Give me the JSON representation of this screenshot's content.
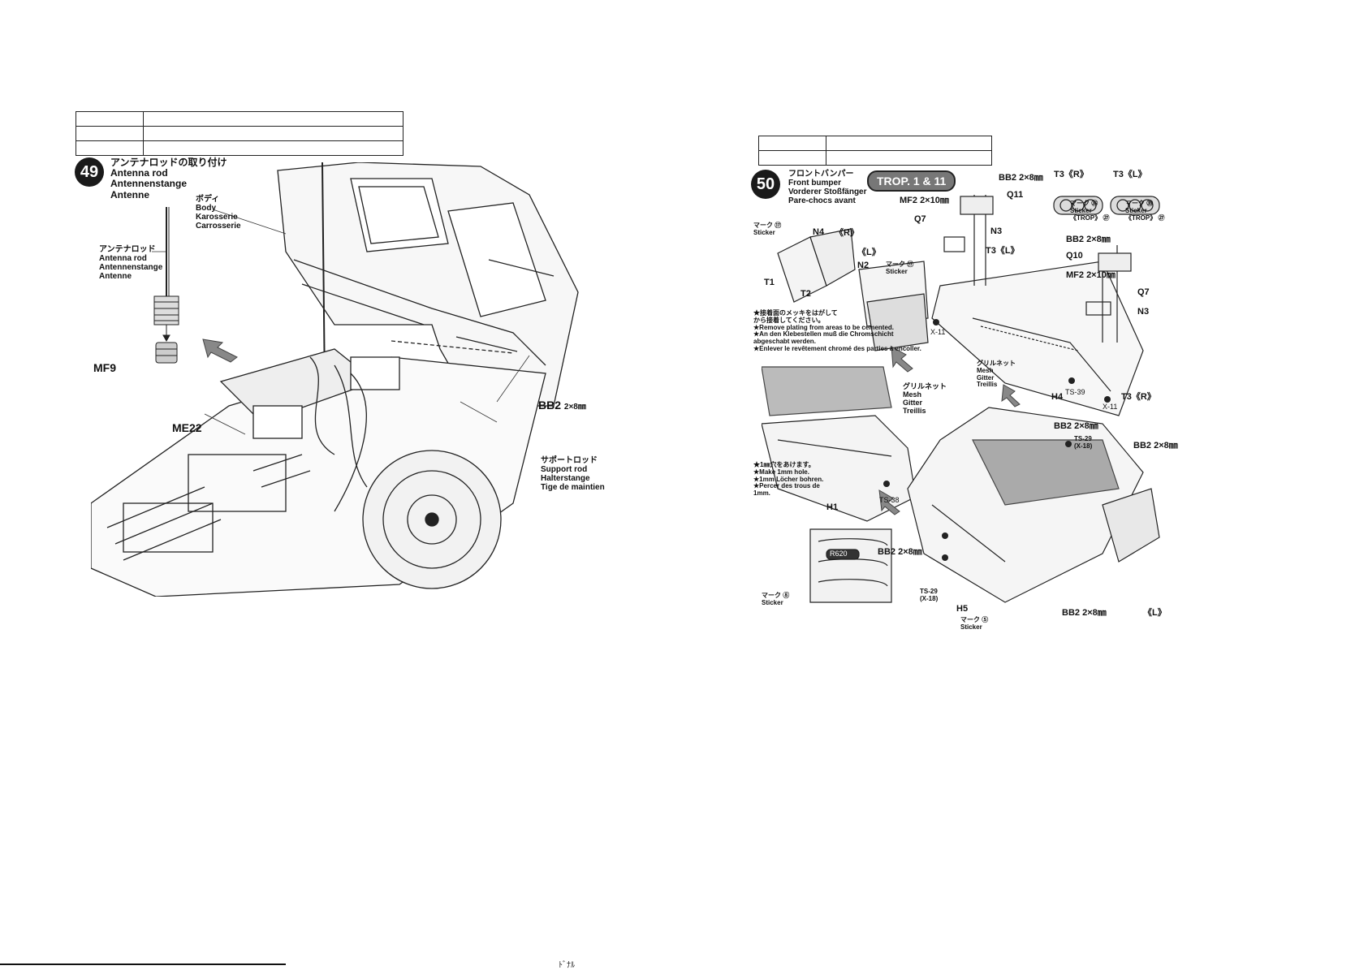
{
  "step49": {
    "number": "49",
    "title_lines": [
      "アンテナロッドの取り付け",
      "Antenna rod",
      "Antennenstange",
      "Antenne"
    ],
    "body_label": [
      "ボディ",
      "Body",
      "Karosserie",
      "Carrosserie"
    ],
    "antenna_label": [
      "アンテナロッド",
      "Antenna rod",
      "Antennenstange",
      "Antenne"
    ],
    "mf9": "MF9",
    "me22": "ME22",
    "bb2": "BB2",
    "bb2_size": "2×8㎜",
    "support_rod": [
      "サポートロッド",
      "Support rod",
      "Halterstange",
      "Tige de maintien"
    ]
  },
  "step50": {
    "number": "50",
    "title_lines": [
      "フロントバンパー",
      "Front bumper",
      "Vorderer Stoßfänger",
      "Pare-chocs avant"
    ],
    "trop_badge": "TROP. 1 & 11",
    "sticker17_a": [
      "マーク ⑰",
      "Sticker"
    ],
    "n4": "N4",
    "r": "《R》",
    "l": "《L》",
    "n2": "N2",
    "sticker17_b": [
      "マーク ⑰",
      "Sticker"
    ],
    "t1": "T1",
    "t2": "T2",
    "notes_cement": [
      "★接着面のメッキをはがして",
      "から接着してください。",
      "★Remove plating from areas to be cemented.",
      "★An den Klebestellen muß die Chromschicht",
      "abgeschabt werden.",
      "★Enlever le revêtement chromé des parties à encoller."
    ],
    "bb2_top": "BB2",
    "bb2_top_size": "2×8㎜",
    "q11": "Q11",
    "mf2_top": "MF2",
    "mf2_top_size": "2×10㎜",
    "q7_top": "Q7",
    "n3_top": "N3",
    "t3l_mid": "T3《L》",
    "t3r_head": "T3《R》",
    "t3l_head": "T3《L》",
    "sticker35_r": [
      "マーク ㉟",
      "Sticker",
      "《TROP》 ㉗"
    ],
    "sticker35_l": [
      "マーク ㉟",
      "Sticker",
      "《TROP》 ㉗"
    ],
    "bb2_right": "BB2",
    "bb2_right_size": "2×8㎜",
    "q10": "Q10",
    "mf2_right": "MF2",
    "mf2_right_size": "2×10㎜",
    "q7_right": "Q7",
    "n3_right": "N3",
    "x11_left": "X-11",
    "x11_right": "X-11",
    "mesh_a": [
      "グリルネット",
      "Mesh",
      "Gitter",
      "Treillis"
    ],
    "mesh_b": [
      "グリルネット",
      "Mesh",
      "Gitter",
      "Treillis"
    ],
    "h4": "H4",
    "ts39": "TS-39",
    "t3r_bottom": "T3《R》",
    "bb2_mid": "BB2",
    "bb2_mid_size": "2×8㎜",
    "ts29_a": [
      "TS-29",
      "(X-18)"
    ],
    "bb2_far": "BB2",
    "bb2_far_size": "2×8㎜",
    "notes_hole": [
      "★1㎜穴をあけます。",
      "★Make 1mm hole.",
      "★1mm Löcher bohren.",
      "★Percer des trous de",
      "1mm."
    ],
    "h1": "H1",
    "ts38": "TS-38",
    "bb2_low": "BB2",
    "bb2_low_size": "2×8㎜",
    "sticker8": [
      "マーク ⑧",
      "Sticker"
    ],
    "badge_text": "R620",
    "ts29_b": [
      "TS-29",
      "(X-18)"
    ],
    "h5": "H5",
    "sticker5": [
      "マーク ⑤",
      "Sticker"
    ],
    "bb2_bottom": "BB2",
    "bb2_bottom_size": "2×8㎜",
    "l_bottom": "《L》"
  },
  "footer_mark": "ﾄﾞﾅﾙ"
}
